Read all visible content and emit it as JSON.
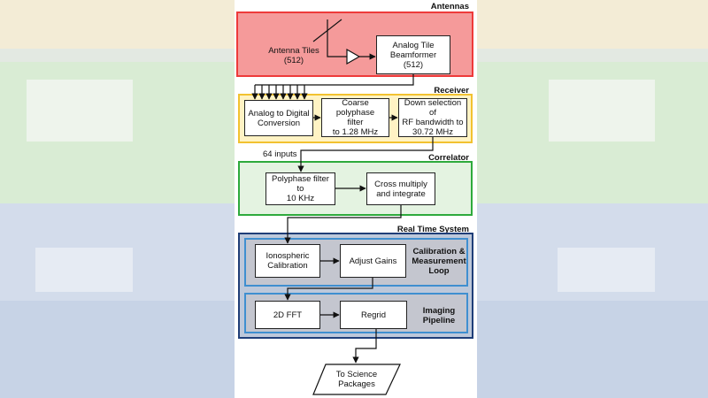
{
  "colors": {
    "antennas": "#ee3a3a",
    "antennas_fill": "#f59a9a",
    "receiver": "#f2c230",
    "receiver_fill": "#fff3c4",
    "correlator": "#2eaa3c",
    "correlator_fill": "#e4f3e1",
    "rts": "#1f3e78",
    "rts_fill": "#bdc8da",
    "inner": "#3f8fd0",
    "inner_fill": "#c4c6cf"
  },
  "sections": {
    "antennas": "Antennas",
    "receiver": "Receiver",
    "correlator": "Correlator",
    "real_time_system": "Real Time System"
  },
  "nodes": {
    "antenna_tiles": "Antenna Tiles\n(512)",
    "analog_beamformer": "Analog Tile\nBeamformer\n(512)",
    "adc": "Analog to Digital\nConversion",
    "coarse_filter": "Coarse polyphase\nfilter\nto 1.28 MHz",
    "down_selection": "Down selection of\nRF bandwidth to\n30.72 MHz",
    "inputs_label": "64 inputs",
    "polyphase_filter": "Polyphase filter to\n10 KHz",
    "cross_multiply": "Cross multiply\nand integrate",
    "ionospheric": "Ionospheric\nCalibration",
    "adjust_gains": "Adjust Gains",
    "calibration_loop": "Calibration &\nMeasurement\nLoop",
    "fft": "2D FFT",
    "regrid": "Regrid",
    "imaging_pipeline": "Imaging\nPipeline",
    "science_packages": "To Science\nPackages"
  }
}
